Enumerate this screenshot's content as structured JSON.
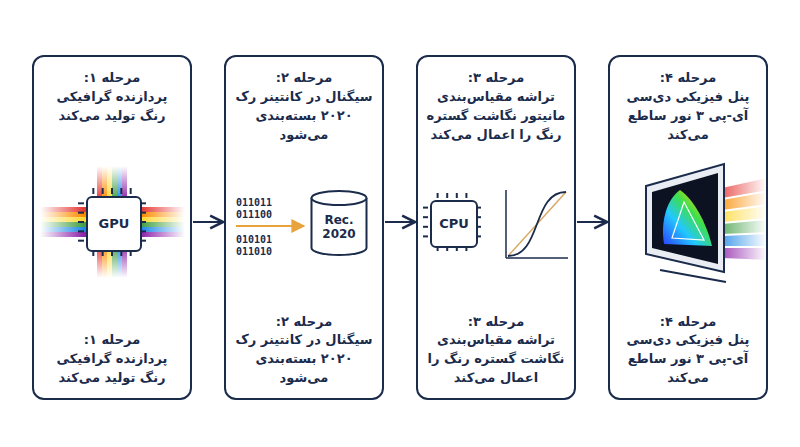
{
  "diagram": {
    "nodes": [
      {
        "text": [
          "مرحله ۱:",
          "پردازنده گرافیکی رنگ تولید می‌کند",
          "مرحله ۱:",
          "پردازنده گرافیکی رنگ تولید می‌کند"
        ]
      },
      {
        "text": [
          "GPU"
        ],
        "in": 0
      },
      {
        "text": [
          "مرحله ۲:",
          "سیگنال در کانتینر رک ۲۰۲۰ بسته‌بندی می‌شود",
          "مرحله ۲:",
          "سیگنال در کانتینر رک ۲۰۲۰ بسته‌بندی می‌شود"
        ]
      },
      {
        "text": [
          "Rec. 2020"
        ],
        "in": 2
      },
      {
        "text": [
          "مرحله ۳:",
          "تراشه مقیاس‌بندی مانیتور نگاشت گستره رنگ را اعمال می‌کند",
          "مرحله ۳:",
          "تراشه مقیاس‌بندی نگاشت گستره رنگ را اعمال می‌کند"
        ]
      },
      {
        "text": [
          "CPU"
        ],
        "in": 4
      },
      {
        "text": [
          "مرحله ۴:",
          "پنل فیزیکی دی‌سی آی-پی ۳ نور ساطع می‌کند",
          "مرحله ۴:",
          "پنل فیزیکی دی‌سی آی-پی ۳ نور ساطع می‌کند"
        ]
      }
    ],
    "edges": [
      {
        "from": 0,
        "to": 2,
        "arrow": "to"
      },
      {
        "from": 2,
        "to": 4,
        "arrow": "to"
      },
      {
        "from": 4,
        "to": 6,
        "arrow": "to"
      }
    ],
    "labels": [
      "011011",
      "011100",
      "010101",
      "011010"
    ]
  }
}
